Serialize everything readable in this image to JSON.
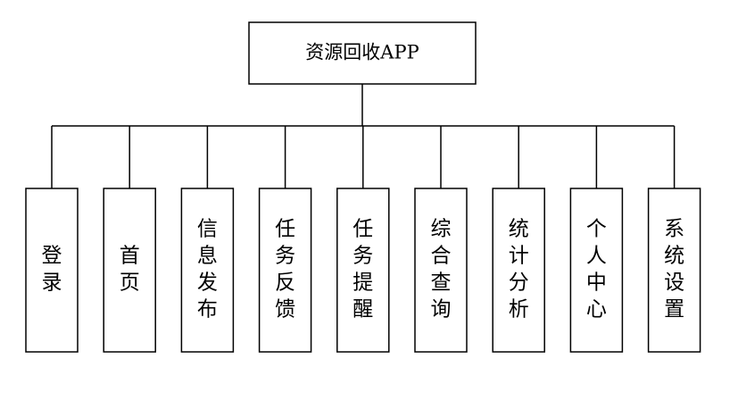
{
  "root": {
    "label": "资源回收APP"
  },
  "children": [
    {
      "label": "登录"
    },
    {
      "label": "首页"
    },
    {
      "label": "信息发布"
    },
    {
      "label": "任务反馈"
    },
    {
      "label": "任务提醒"
    },
    {
      "label": "综合查询"
    },
    {
      "label": "统计分析"
    },
    {
      "label": "个人中心"
    },
    {
      "label": "系统设置"
    }
  ],
  "colors": {
    "stroke": "#000000",
    "fill": "#ffffff"
  }
}
